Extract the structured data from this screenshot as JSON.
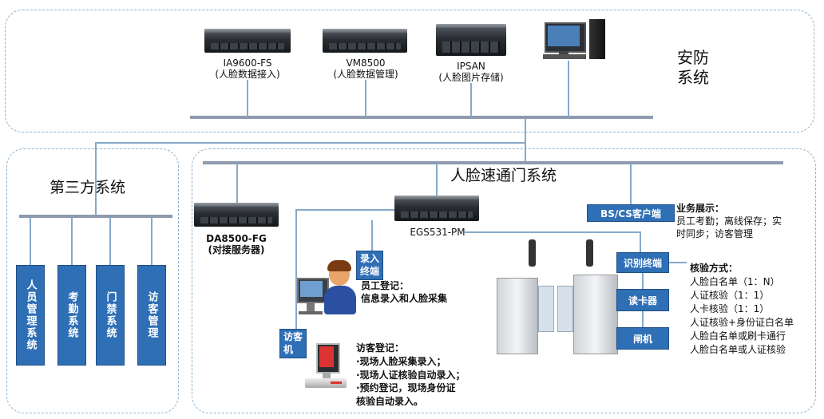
{
  "security_system": {
    "title_line1": "安防",
    "title_line2": "系统",
    "servers": [
      {
        "name": "IA9600-FS",
        "desc": "(人脸数据接入)"
      },
      {
        "name": "VM8500",
        "desc": "(人脸数据管理)"
      },
      {
        "name": "IPSAN",
        "desc": "(人脸图片存储)"
      }
    ]
  },
  "third_party": {
    "title": "第三方系统",
    "items": [
      "人员管理系统",
      "考勤系统",
      "门禁系统",
      "访客管理"
    ]
  },
  "face_gate": {
    "title": "人脸速通门系统",
    "da_server": {
      "name": "DA8500-FG",
      "desc": "(对接服务器)"
    },
    "egs_server": {
      "name": "EGS531-PM"
    },
    "bs_client": "BS/CS客户端",
    "business": {
      "title": "业务展示：",
      "line1": "员工考勤；离线保存；实",
      "line2": "时同步；访客管理"
    },
    "enroll_terminal_line1": "录入",
    "enroll_terminal_line2": "终端",
    "employee_reg": {
      "line1": "员工登记：",
      "line2": "信息录入和人脸采集"
    },
    "visitor_machine_line1": "访客",
    "visitor_machine_line2": "机",
    "visitor_reg": {
      "title": "访客登记：",
      "lines": [
        "·现场人脸采集录入；",
        "·现场人证核验自动录入；",
        "·预约登记，现场身份证",
        "核验自动录入。"
      ]
    },
    "recognition_terminal": "识别终端",
    "card_reader": "读卡器",
    "gate": "闸机",
    "verify": {
      "title": "核验方式：",
      "lines": [
        "人脸白名单（1：N）",
        "人证核验（1：1）",
        "人卡核验（1：1）",
        "人证核验+身份证白名单",
        "人脸白名单或刷卡通行",
        "人脸白名单或人证核验"
      ]
    }
  }
}
